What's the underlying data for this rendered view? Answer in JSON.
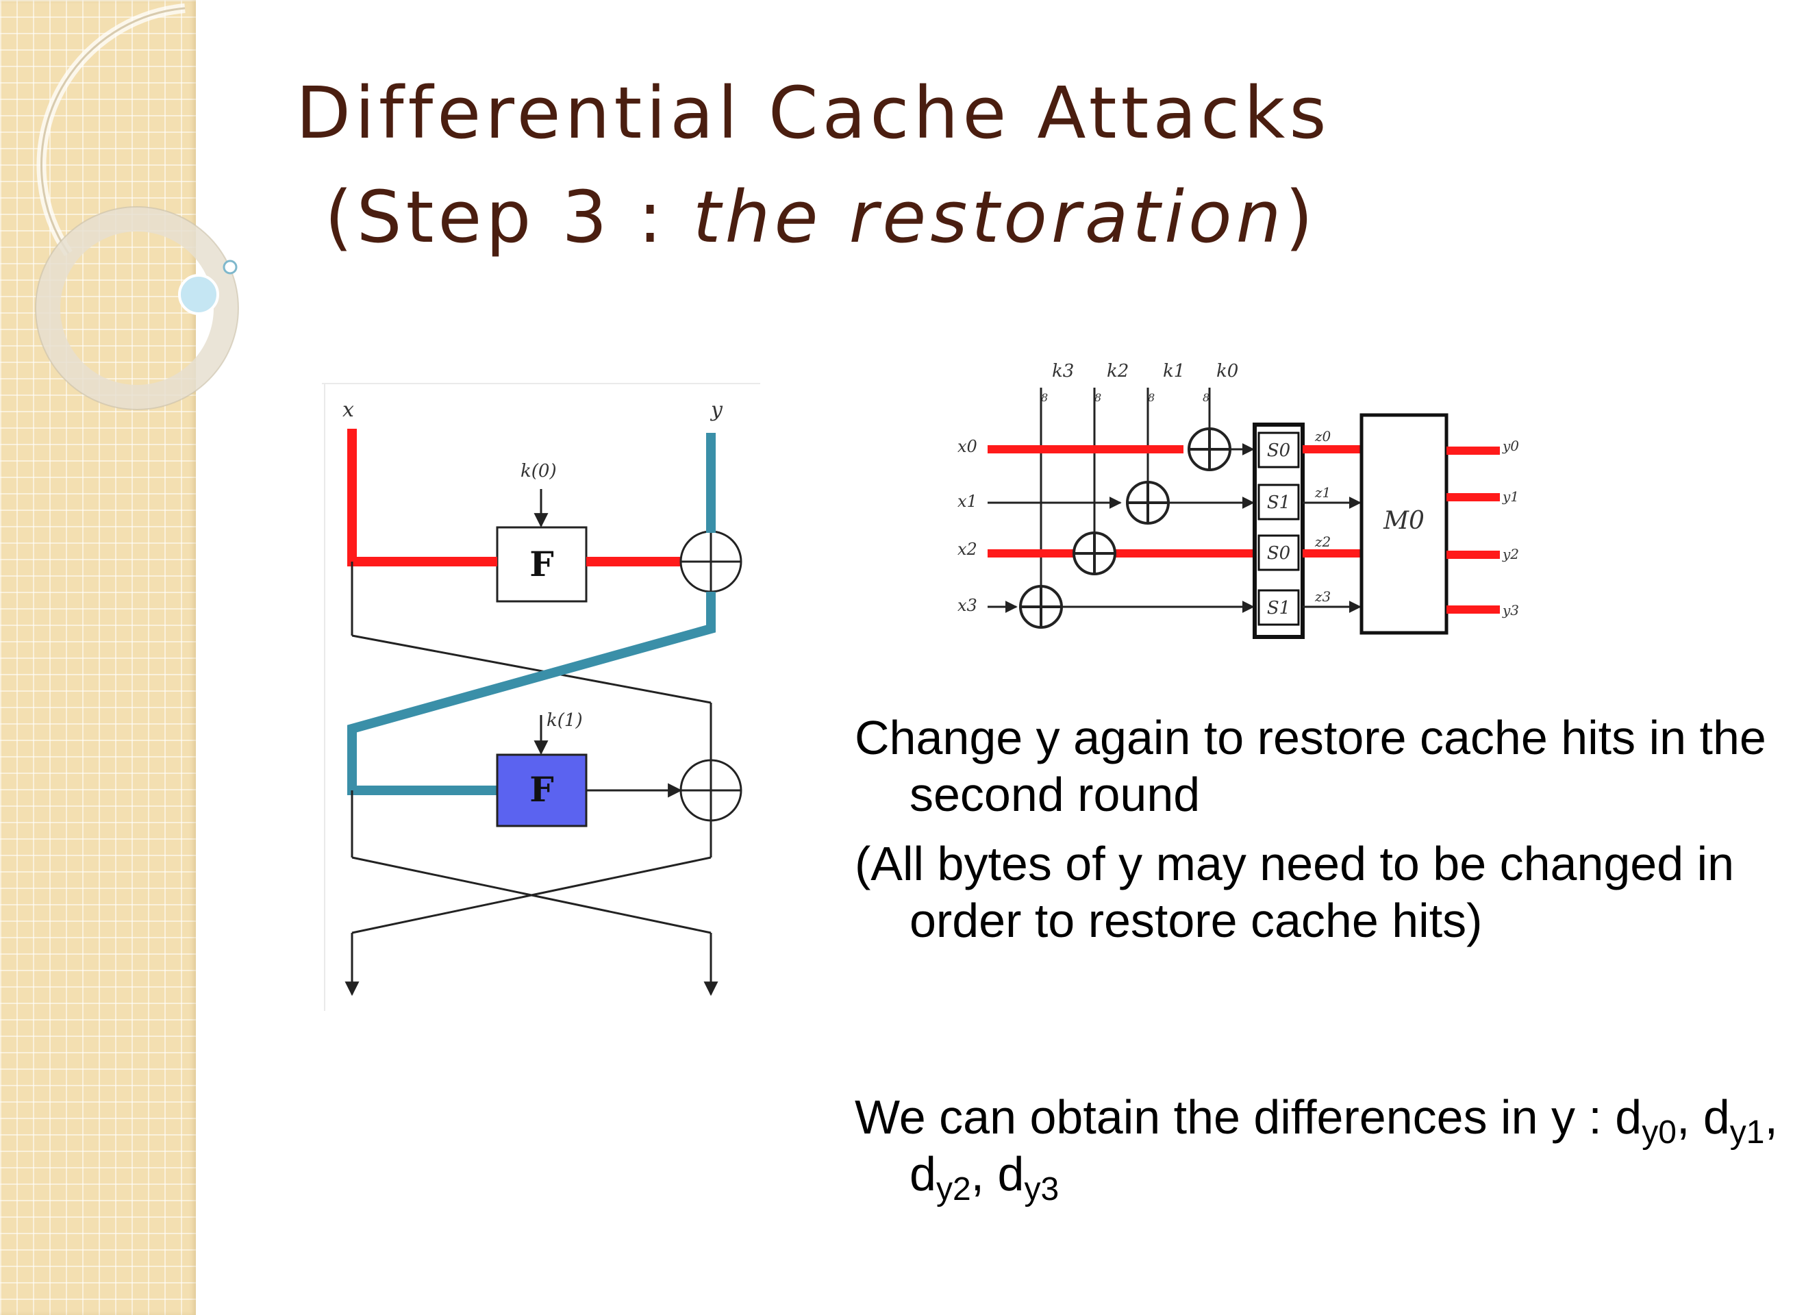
{
  "title": {
    "line1": "Differential Cache Attacks",
    "line2_open": "(Step 3 : ",
    "line2_italic": "the restoration",
    "line2_close": ")"
  },
  "feistel_diagram": {
    "input_left": "x",
    "input_right": "y",
    "key_round0": "k(0)",
    "key_round1": "k(1)",
    "f_label": "F"
  },
  "round_diagram": {
    "keys": [
      "k3",
      "k2",
      "k1",
      "k0"
    ],
    "inputs": [
      "x0",
      "x1",
      "x2",
      "x3"
    ],
    "sboxes": [
      "S0",
      "S1",
      "S0",
      "S1"
    ],
    "z_labels": [
      "z0",
      "z1",
      "z2",
      "z3"
    ],
    "mix_label": "M0",
    "outputs": [
      "y0",
      "y1",
      "y2",
      "y3"
    ],
    "bus_width": "8"
  },
  "text": {
    "para1": "Change y  again to restore cache hits in the second round",
    "para2": "(All bytes of y may need to be changed in order to restore cache hits)",
    "para3_prefix": "We can obtain the differences in y : ",
    "d": "d",
    "sub_y0": "y0",
    "sub_y1": "y1",
    "sub_y2": "y2",
    "sub_y3": "y3",
    "sep": ", "
  },
  "colors": {
    "title": "#4a1e10",
    "strip": "#f3dfb1",
    "red_path": "#ff1a1a",
    "teal_path": "#3a8fa8",
    "f_box_round1": "#5b63f0"
  }
}
